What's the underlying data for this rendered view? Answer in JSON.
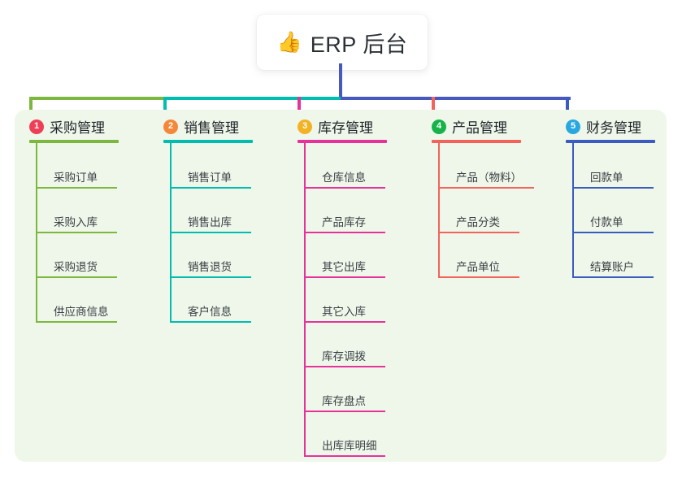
{
  "title": {
    "emoji": "👍",
    "emoji_name": "thumbs-up-icon",
    "text": "ERP 后台"
  },
  "colors": {
    "panel_bg": "#eff7ea",
    "page_bg": "#ffffff",
    "root_connector": "#4758bf",
    "text": "#3a4046"
  },
  "columns": [
    {
      "index": "1",
      "title": "采购管理",
      "badge_color": "#ef3f56",
      "line_color": "#7cb83f",
      "items": [
        "采购订单",
        "采购入库",
        "采购退货",
        "供应商信息"
      ]
    },
    {
      "index": "2",
      "title": "销售管理",
      "badge_color": "#f5873a",
      "line_color": "#00bdb0",
      "items": [
        "销售订单",
        "销售出库",
        "销售退货",
        "客户信息"
      ]
    },
    {
      "index": "3",
      "title": "库存管理",
      "badge_color": "#f3b223",
      "line_color": "#e6339b",
      "items": [
        "仓库信息",
        "产品库存",
        "其它出库",
        "其它入库",
        "库存调拨",
        "库存盘点",
        "出库库明细"
      ]
    },
    {
      "index": "4",
      "title": "产品管理",
      "badge_color": "#17b34a",
      "line_color": "#f4635b",
      "items": [
        "产品（物料）",
        "产品分类",
        "产品单位"
      ]
    },
    {
      "index": "5",
      "title": "财务管理",
      "badge_color": "#29a8e0",
      "line_color": "#3a5bbf",
      "items": [
        "回款单",
        "付款单",
        "结算账户"
      ]
    }
  ]
}
